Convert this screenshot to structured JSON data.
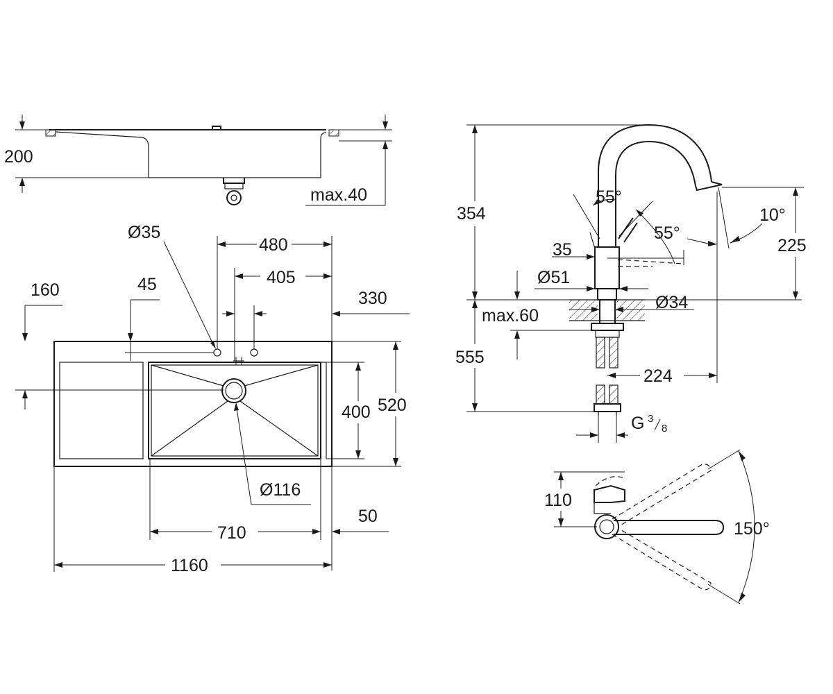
{
  "sink": {
    "side": {
      "height_label": "200",
      "max_thickness_label": "max.40"
    },
    "top": {
      "hole_dia_label": "Ø35",
      "tap_offset_label": "480",
      "hole_spacing_label": "405",
      "left_offset_label": "160",
      "hole_edge_label": "45",
      "right_offset_label": "330",
      "bowl_depth_label": "400",
      "overall_depth_label": "520",
      "waste_dia_label": "Ø116",
      "bowl_width_label": "710",
      "right_margin_label": "50",
      "overall_width_label": "1160"
    }
  },
  "tap": {
    "side": {
      "height_label": "354",
      "handle_angle_label": "55°",
      "handle_angle2_label": "55°",
      "spout_angle_label": "10°",
      "spout_height_label": "225",
      "handle_offset_label": "35",
      "body_dia_label": "Ø51",
      "shank_dia_label": "Ø34",
      "max_deck_label": "max.60",
      "hose_length_label": "555",
      "reach_label": "224",
      "thread_label": "G",
      "thread_num": "3",
      "thread_den": "8"
    },
    "top": {
      "depth_label": "110",
      "swivel_label": "150°"
    }
  }
}
